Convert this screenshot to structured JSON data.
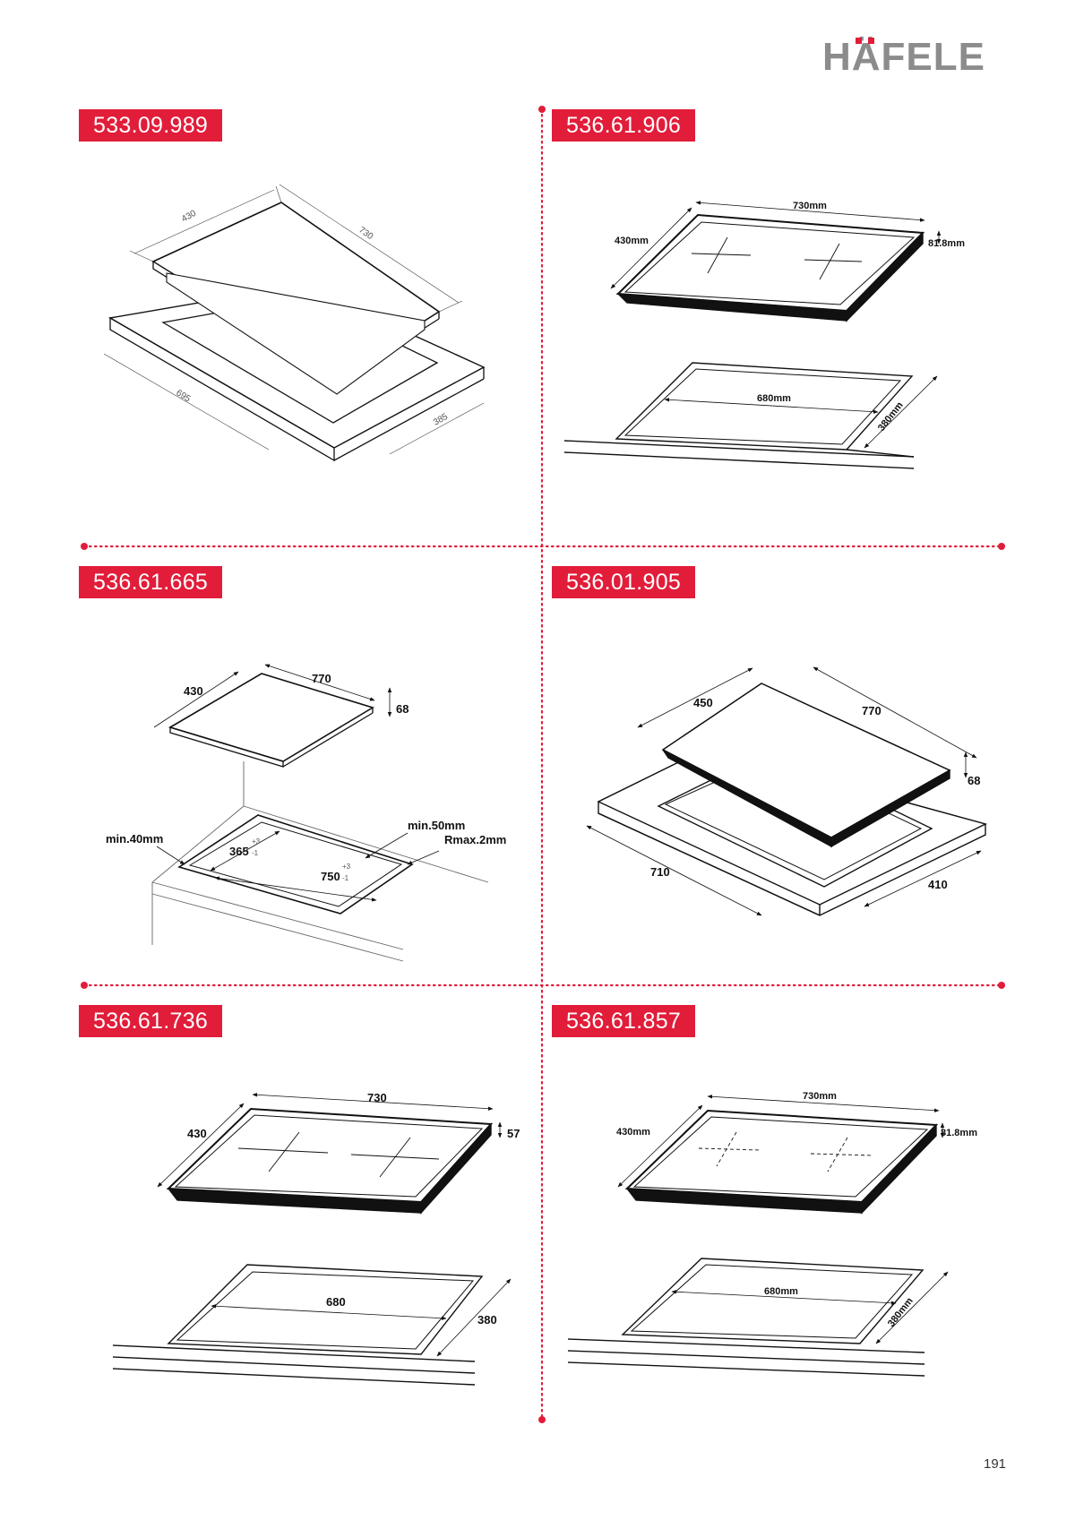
{
  "brand": {
    "logo_text": "HÄFELE",
    "accent_color": "#e11d3a",
    "logo_color": "#8c8c8c"
  },
  "products": [
    {
      "code": "533.09.989",
      "dims": {
        "width": "730",
        "depth": "430",
        "cutout_width": "695",
        "cutout_depth": "385"
      }
    },
    {
      "code": "536.61.906",
      "dims": {
        "width": "730mm",
        "depth": "430mm",
        "height": "81.8mm",
        "cutout_width": "680mm",
        "cutout_depth": "380mm"
      }
    },
    {
      "code": "536.61.665",
      "dims": {
        "width": "770",
        "depth": "430",
        "height": "68",
        "min_side": "min.40mm",
        "min_back": "min.50mm",
        "radius": "Rmax.2mm",
        "cutout_depth": "365",
        "cutout_width": "750",
        "tol_plus": "+3",
        "tol_minus": "-1"
      }
    },
    {
      "code": "536.01.905",
      "dims": {
        "width": "770",
        "depth": "450",
        "height": "68",
        "cutout_width": "710",
        "cutout_depth": "410"
      }
    },
    {
      "code": "536.61.736",
      "dims": {
        "width": "730",
        "depth": "430",
        "height": "57",
        "cutout_width": "680",
        "cutout_depth": "380"
      }
    },
    {
      "code": "536.61.857",
      "dims": {
        "width": "730mm",
        "depth": "430mm",
        "height": "81.8mm",
        "cutout_width": "680mm",
        "cutout_depth": "380mm"
      }
    }
  ],
  "page_number": "191"
}
